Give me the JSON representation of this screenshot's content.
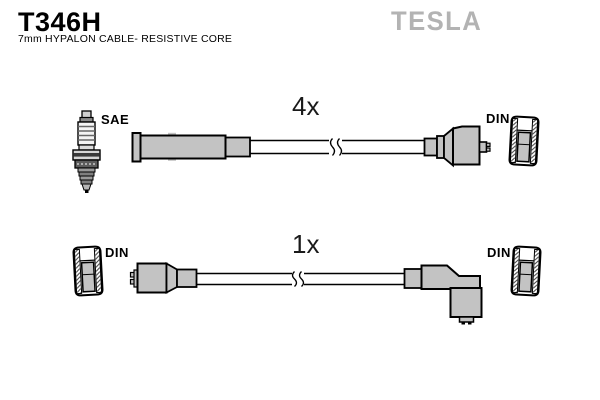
{
  "header": {
    "part_number": "T346H",
    "subtitle": "7mm HYPALON CABLE- RESISTIVE CORE"
  },
  "brand": {
    "name": "TESLA",
    "logo_color": "#b3b3b3"
  },
  "diagram": {
    "rows": [
      {
        "quantity_label": "4x",
        "left_connector_label": "SAE",
        "right_connector_label": "DIN",
        "left_icon": "spark-plug-icon",
        "right_icon": "din-socket-cross-section-icon"
      },
      {
        "quantity_label": "1x",
        "left_connector_label": "DIN",
        "right_connector_label": "DIN",
        "left_icon": "din-socket-cross-section-icon",
        "right_icon": "din-socket-cross-section-icon"
      }
    ]
  },
  "colors": {
    "boot_fill": "#c3c3c3",
    "outline": "#000000",
    "background": "#ffffff"
  }
}
